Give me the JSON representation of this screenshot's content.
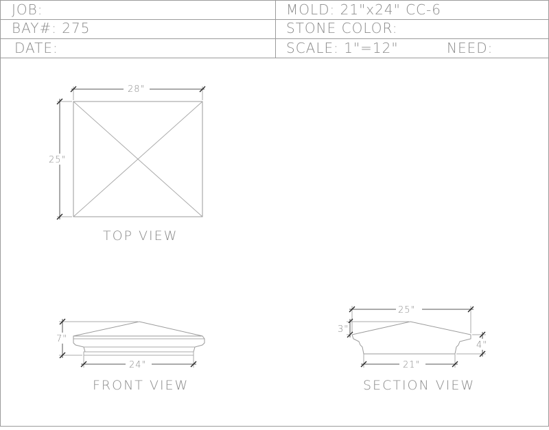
{
  "title_block": {
    "job_label": "JOB:",
    "bay_label": "BAY#: 275",
    "date_label": "DATE:",
    "mold_label": "MOLD: 21\"x24\" CC-6",
    "stone_color_label": "STONE COLOR:",
    "scale_label": "SCALE: 1\"=12\"",
    "need_label": "NEED:"
  },
  "top_view": {
    "caption": "TOP VIEW",
    "width_dim": "28\"",
    "depth_dim": "25\""
  },
  "front_view": {
    "caption": "FRONT VIEW",
    "height_dim": "7\"",
    "base_dim": "24\""
  },
  "section_view": {
    "caption": "SECTION VIEW",
    "top_dim": "25\"",
    "peak_dim": "3\"",
    "edge_dim": "4\"",
    "base_dim": "21\""
  }
}
